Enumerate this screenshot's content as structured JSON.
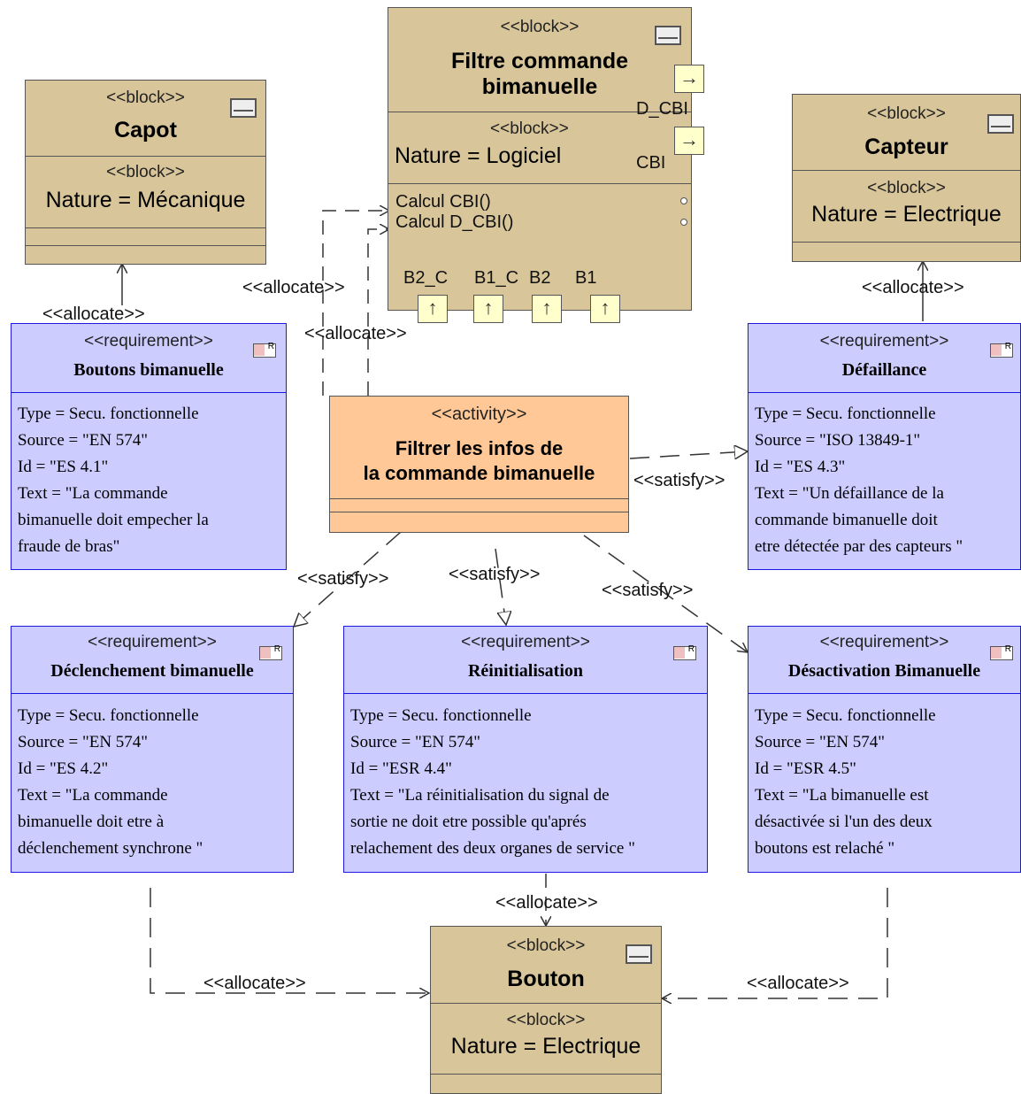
{
  "stereotypes": {
    "block": "<<block>>",
    "requirement": "<<requirement>>",
    "activity": "<<activity>>",
    "allocate": "<<allocate>>",
    "satisfy": "<<satisfy>>"
  },
  "blocks": {
    "capot": {
      "name": "Capot",
      "nature": "Nature = Mécanique"
    },
    "filtre": {
      "name_line1": "Filtre commande",
      "name_line2": "bimanuelle",
      "nature": "Nature = Logiciel",
      "operations": [
        "Calcul CBI()",
        "Calcul D_CBI()"
      ],
      "ports_out": [
        "D_CBI",
        "CBI"
      ],
      "ports_in": [
        "B2_C",
        "B1_C",
        "B2",
        "B1"
      ]
    },
    "capteur": {
      "name": "Capteur",
      "nature": "Nature = Electrique"
    },
    "bouton": {
      "name": "Bouton",
      "nature": "Nature = Electrique"
    }
  },
  "activity": {
    "name_line1": "Filtrer les infos de",
    "name_line2": "la commande bimanuelle"
  },
  "requirements": {
    "boutons": {
      "title": "Boutons bimanuelle",
      "lines": [
        "Type = Secu.  fonctionnelle",
        "Source = \"EN  574\"",
        "Id = \"ES  4.1\"",
        "Text = \"La  commande",
        "bimanuelle doit empecher la",
        "fraude de bras\""
      ]
    },
    "defaillance": {
      "title": "Défaillance",
      "lines": [
        "Type = Secu.  fonctionnelle",
        "Source = \"ISO  13849-1\"",
        "Id = \"ES  4.3\"",
        "Text = \"Un  défaillance de la",
        "commande bimanuelle doit",
        "etre détectée par des capteurs \""
      ]
    },
    "declenchement": {
      "title": "Déclenchement bimanuelle",
      "lines": [
        "Type = Secu.  fonctionnelle",
        "Source = \"EN  574\"",
        "Id = \"ES  4.2\"",
        "Text = \"La  commande",
        "bimanuelle doit etre à",
        "déclenchement synchrone \""
      ]
    },
    "reinit": {
      "title": "Réinitialisation",
      "lines": [
        "Type = Secu.  fonctionnelle",
        "Source = \"EN  574\"",
        "Id = \"ESR  4.4\"",
        "Text = \"La  réinitialisation du signal de",
        "sortie ne doit etre possible qu'aprés",
        "relachement des deux organes de service \""
      ]
    },
    "desactivation": {
      "title": "Désactivation Bimanuelle",
      "lines": [
        "Type = Secu.  fonctionnelle",
        "Source = \"EN  574\"",
        "Id = \"ESR  4.5\"",
        "Text = \"La  bimanuelle est",
        "désactivée si l'un des deux",
        "boutons est relaché \""
      ]
    }
  },
  "colors": {
    "block_fill": "#d8c59a",
    "requirement_fill": "#ccccff",
    "requirement_border": "#1a1ae0",
    "activity_fill": "#ffc896"
  }
}
